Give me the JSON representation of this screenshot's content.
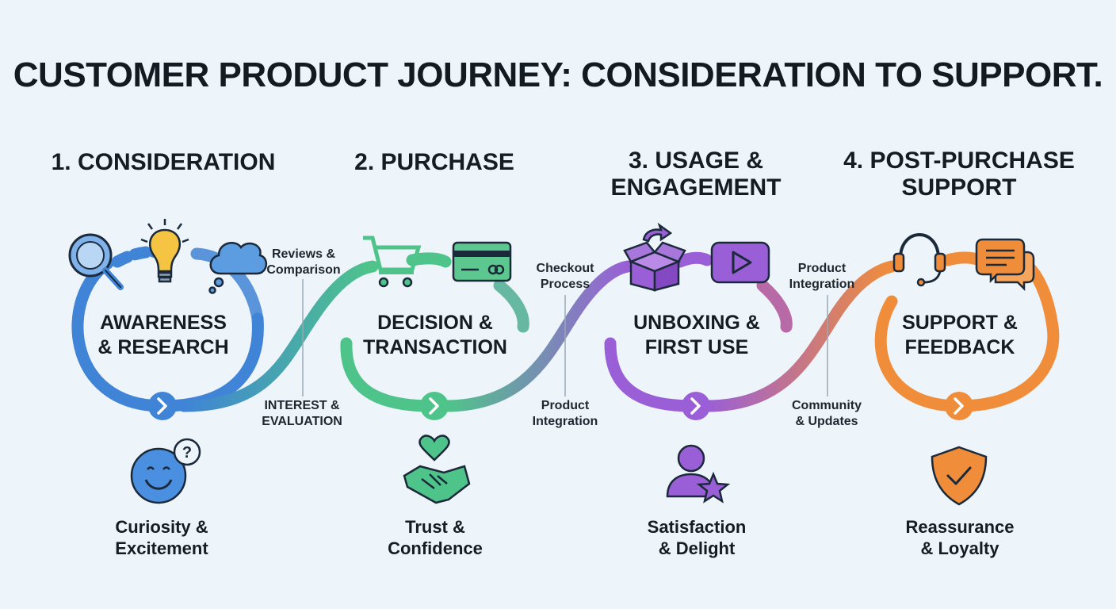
{
  "title": "CUSTOMER PRODUCT JOURNEY: CONSIDERATION TO SUPPORT.",
  "colors": {
    "consideration": "#3f84d6",
    "purchase": "#4fc48a",
    "usage": "#9a5fd6",
    "support": "#f08d3a",
    "text": "#141c24",
    "background": "#eef5fa"
  },
  "stages": [
    {
      "title": "1. CONSIDERATION",
      "center": "AWARENESS\n& RESEARCH",
      "emotion": "Curiosity &\nExcitement",
      "icons": [
        "magnifier-icon",
        "lightbulb-icon",
        "thought-cloud-icon",
        "smiley-question-icon"
      ]
    },
    {
      "title": "2. PURCHASE",
      "center": "DECISION &\nTRANSACTION",
      "emotion": "Trust &\nConfidence",
      "icons": [
        "shopping-cart-icon",
        "credit-card-icon",
        "handshake-heart-icon"
      ]
    },
    {
      "title": "3. USAGE &\nENGAGEMENT",
      "center": "UNBOXING &\nFIRST USE",
      "emotion": "Satisfaction\n& Delight",
      "icons": [
        "open-box-icon",
        "video-play-icon",
        "user-star-icon"
      ]
    },
    {
      "title": "4. POST-PURCHASE\nSUPPORT",
      "center": "SUPPORT &\nFEEDBACK",
      "emotion": "Reassurance\n& Loyalty",
      "icons": [
        "headset-icon",
        "chat-bubbles-icon",
        "shield-check-icon"
      ]
    }
  ],
  "connectors": [
    {
      "top": "Reviews &\nComparison",
      "bottom": "INTEREST &\nEVALUATION"
    },
    {
      "top": "Checkout\nProcess",
      "bottom": "Product\nIntegration"
    },
    {
      "top": "Product\nIntegration",
      "bottom": "Community\n& Updates"
    }
  ]
}
